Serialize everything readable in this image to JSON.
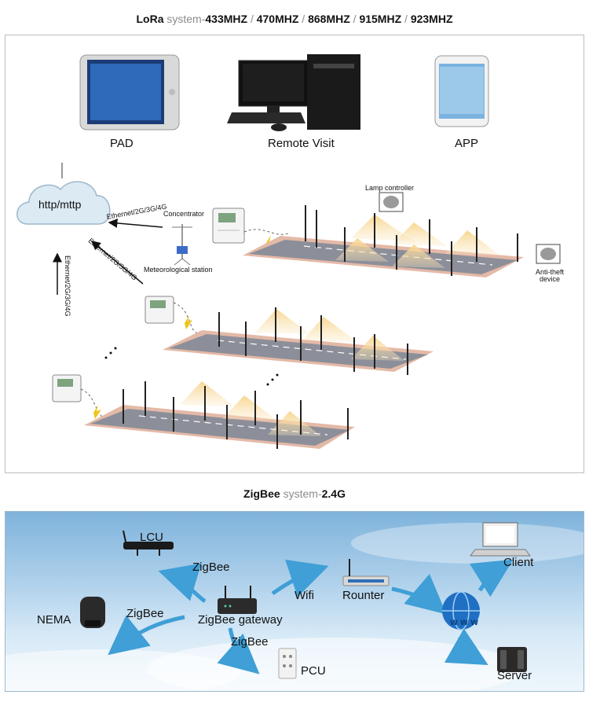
{
  "lora": {
    "title_name": "LoRa",
    "title_sep": "system-",
    "frequencies": [
      {
        "value": "433MHZ",
        "sep": " / "
      },
      {
        "value": "470MHZ",
        "sep": " / "
      },
      {
        "value": "868MHZ",
        "sep": " / "
      },
      {
        "value": "915MHZ",
        "sep": " / "
      },
      {
        "value": "923MHZ",
        "sep": ""
      }
    ],
    "devices": {
      "pad": "PAD",
      "remote_visit": "Remote Visit",
      "app": "APP"
    },
    "cloud": "http/mttp",
    "link_a": "Ethernet/2G/3G/4G",
    "link_b": "Ethernet/2G/3G/4G",
    "link_c": "Ethernet/2G/3G/4G",
    "concentrator": "Concentrator",
    "meteorological_station": "Meteorological station",
    "lamp_controller": "Lamp controller",
    "anti_theft": "Anti-theft device"
  },
  "zigbee": {
    "title_name": "ZigBee",
    "title_sep": "system-",
    "title_freq": "2.4G",
    "lcu": "LCU",
    "nema": "NEMA",
    "zigbee_1": "ZigBee",
    "zigbee_2": "ZigBee",
    "zigbee_3": "ZigBee",
    "gateway": "ZigBee gateway",
    "wifi": "Wifi",
    "router": "Rounter",
    "pcu": "PCU",
    "client": "Client",
    "server": "Server"
  },
  "colors": {
    "arrow_blue": "#3f9fd6",
    "lamp_glow": "#f3c97a",
    "road": "#8c8f99"
  }
}
